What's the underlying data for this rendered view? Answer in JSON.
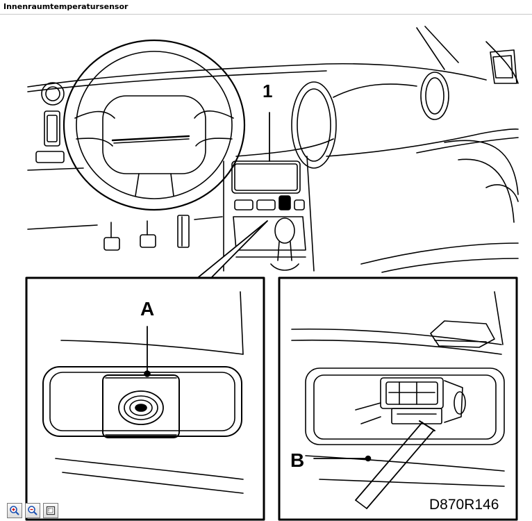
{
  "window": {
    "title": "Innenraumtemperatursensor"
  },
  "diagram": {
    "label_main": "1",
    "label_detail_a": "A",
    "label_detail_b": "B",
    "figure_code": "D870R146"
  },
  "toolbar": {
    "buttons": [
      {
        "icon": "zoom-in-icon"
      },
      {
        "icon": "zoom-out-icon"
      },
      {
        "icon": "fit-page-icon"
      }
    ]
  }
}
